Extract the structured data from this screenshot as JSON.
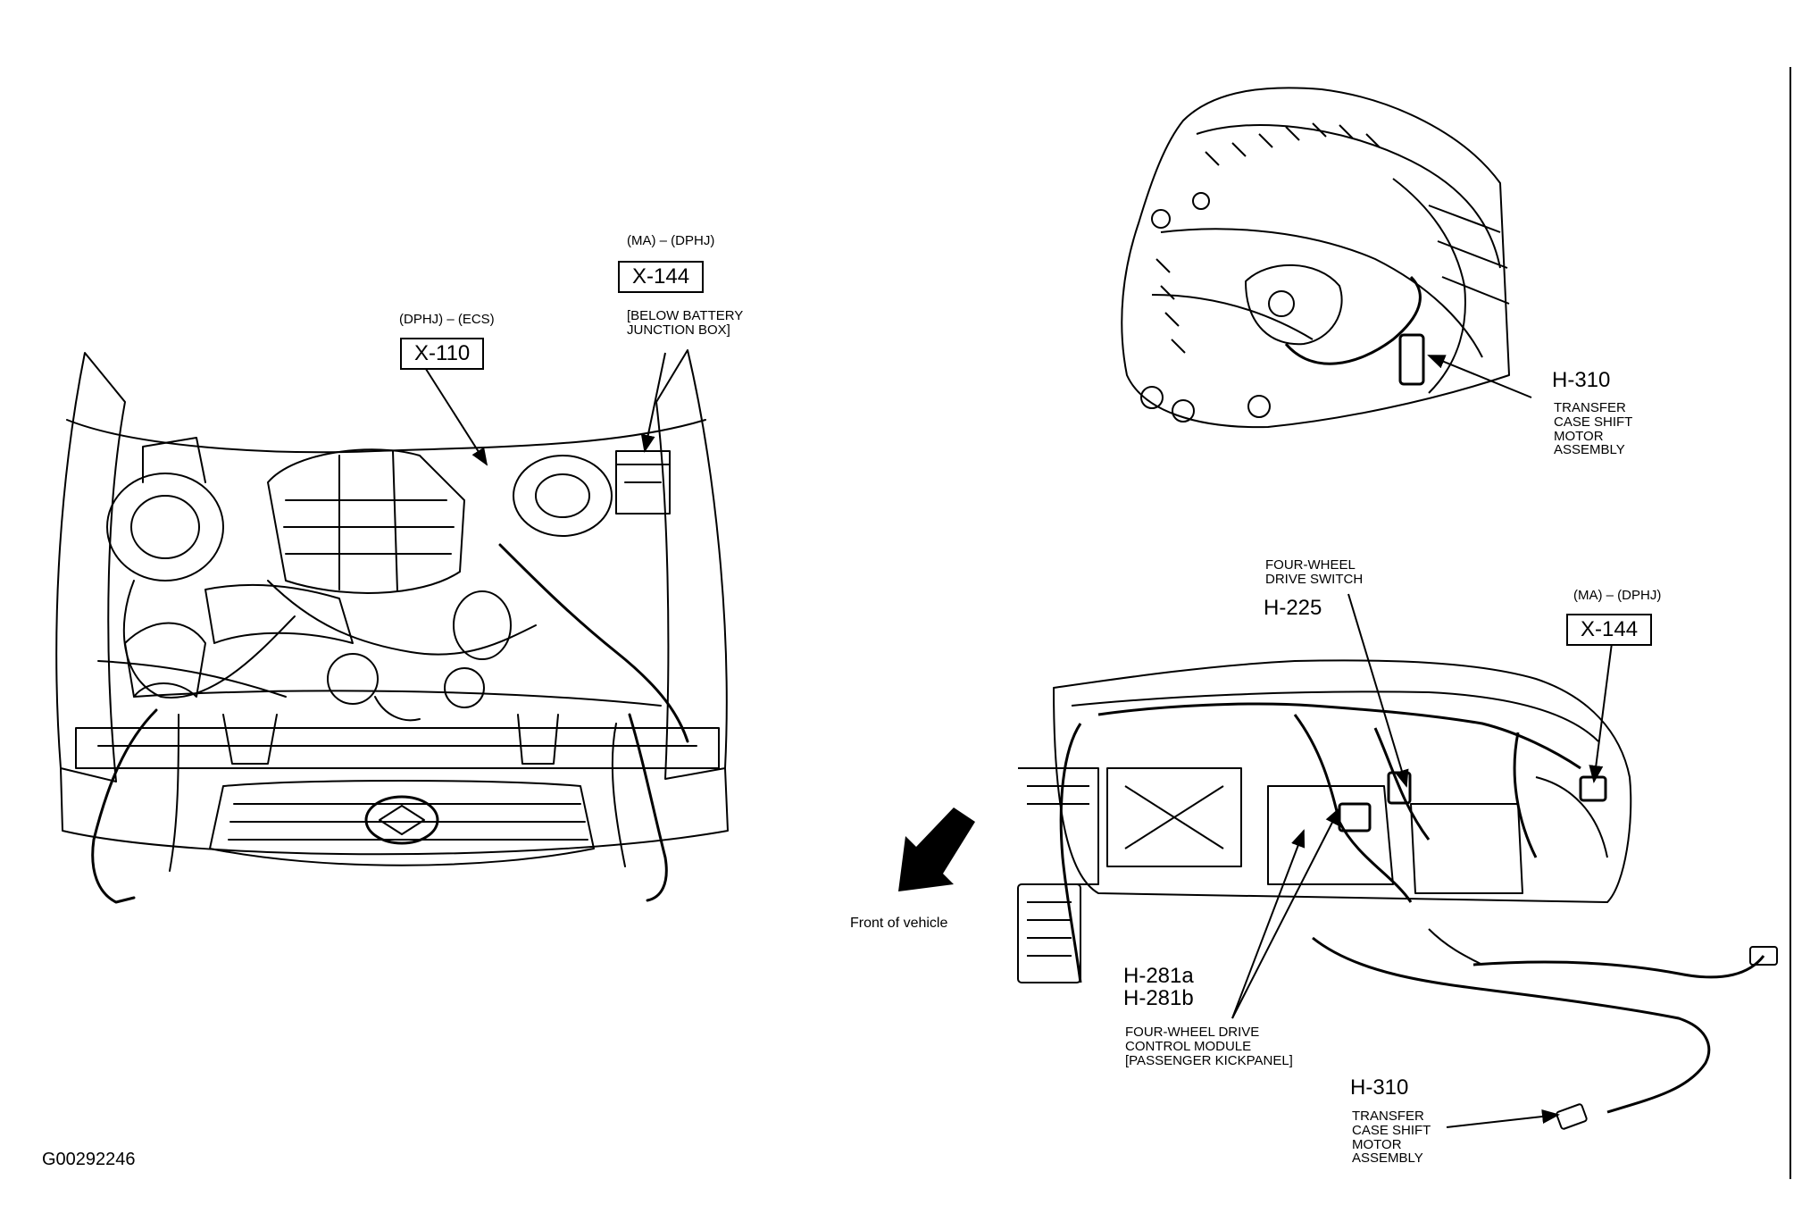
{
  "left_view": {
    "x110": {
      "codes": "(DPHJ) – (ECS)",
      "connector": "X-110"
    },
    "x144": {
      "codes": "(MA) – (DPHJ)",
      "connector": "X-144",
      "location_lines": [
        "[BELOW BATTERY",
        "JUNCTION BOX]"
      ]
    }
  },
  "orientation": {
    "label": "Front of vehicle"
  },
  "top_right_view": {
    "h310": {
      "connector": "H-310",
      "desc_lines": [
        "TRANSFER",
        "CASE SHIFT",
        "MOTOR",
        "ASSEMBLY"
      ]
    }
  },
  "bottom_right_view": {
    "h225": {
      "desc_lines": [
        "FOUR-WHEEL",
        "DRIVE SWITCH"
      ],
      "connector": "H-225"
    },
    "x144": {
      "codes": "(MA) – (DPHJ)",
      "connector": "X-144"
    },
    "h281": {
      "connectors": [
        "H-281a",
        "H-281b"
      ],
      "desc_lines": [
        "FOUR-WHEEL DRIVE",
        "CONTROL MODULE",
        "[PASSENGER KICKPANEL]"
      ]
    },
    "h310": {
      "connector": "H-310",
      "desc_lines": [
        "TRANSFER",
        "CASE SHIFT",
        "MOTOR",
        "ASSEMBLY"
      ]
    }
  },
  "figure_id": "G00292246",
  "colors": {
    "ink": "#000000",
    "paper": "#ffffff"
  }
}
